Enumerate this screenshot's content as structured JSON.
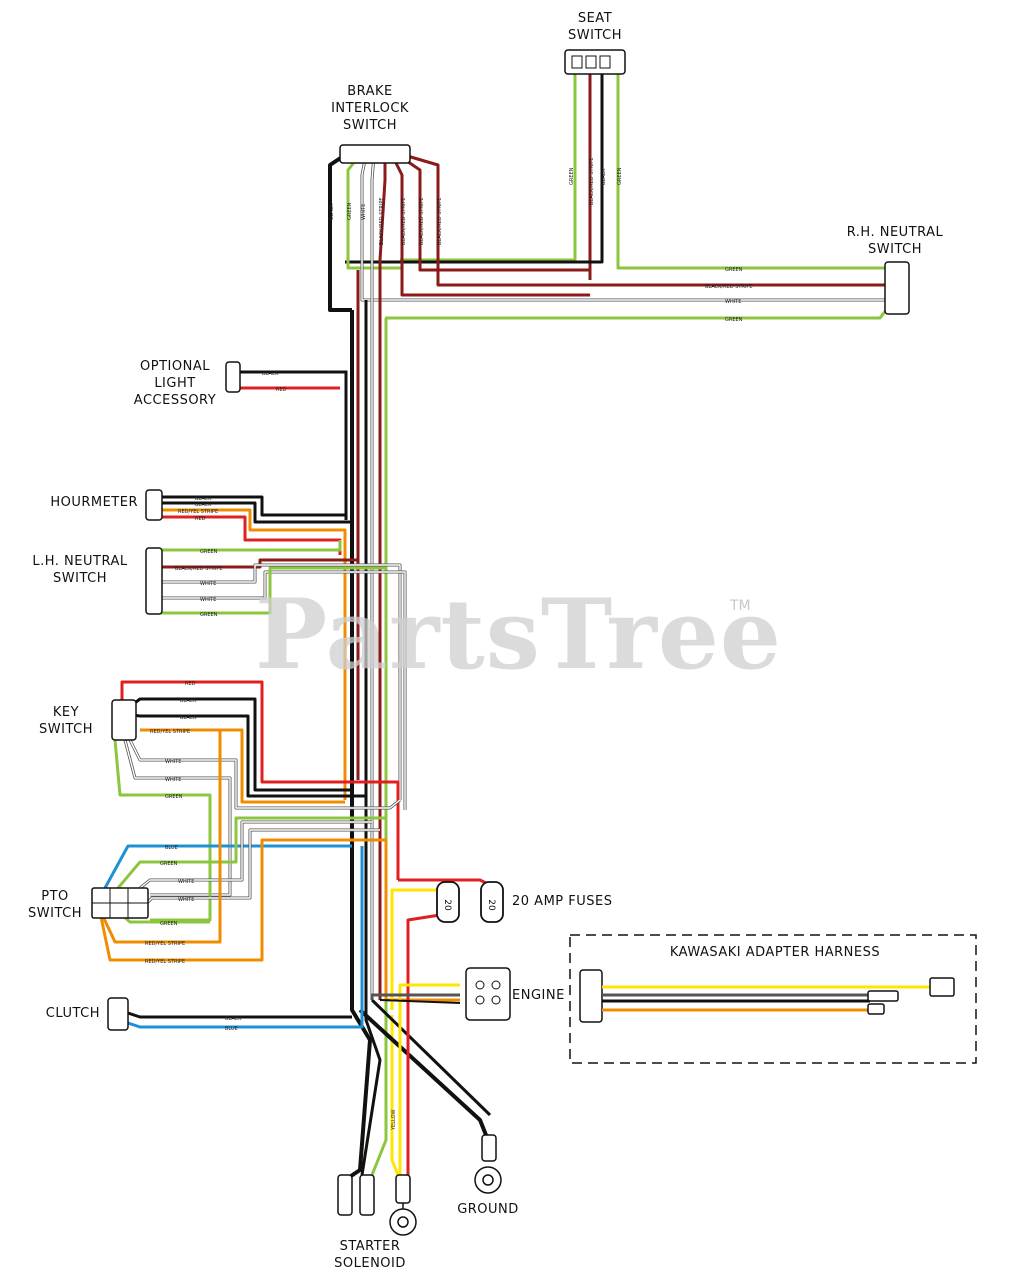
{
  "components": {
    "seat_switch": [
      "SEAT",
      "SWITCH"
    ],
    "brake_interlock_switch": [
      "BRAKE",
      "INTERLOCK",
      "SWITCH"
    ],
    "rh_neutral_switch": [
      "R.H. NEUTRAL",
      "SWITCH"
    ],
    "optional_light_accessory": [
      "OPTIONAL",
      "LIGHT",
      "ACCESSORY"
    ],
    "hourmeter": "HOURMETER",
    "lh_neutral_switch": [
      "L.H. NEUTRAL",
      "SWITCH"
    ],
    "key_switch": [
      "KEY",
      "SWITCH"
    ],
    "pto_switch": [
      "PTO",
      "SWITCH"
    ],
    "clutch": "CLUTCH",
    "fuses": "20 AMP FUSES",
    "fuse_rating": "20",
    "engine": "ENGINE",
    "kawasaki_adapter_harness": "KAWASAKI ADAPTER HARNESS",
    "ground": "GROUND",
    "starter_solenoid": [
      "STARTER",
      "SOLENOID"
    ]
  },
  "wire_labels": {
    "black": "BLACK",
    "red": "RED",
    "green": "GREEN",
    "white": "WHITE",
    "blue": "BLUE",
    "yellow": "YELLOW",
    "red_yel_stripe": "RED/YEL STRIPE",
    "black_red_stripe": "BLACK/RED STRIPE"
  },
  "watermark": {
    "text": "PartsTree",
    "tm": "TM"
  },
  "colors": {
    "black": "#111111",
    "red": "#e02020",
    "dark_red": "#8b1a1a",
    "green": "#8cc63f",
    "white_fill": "#ffffff",
    "white_outline": "#555555",
    "blue": "#1e90d6",
    "yellow": "#ffe600",
    "orange": "#f08c00"
  }
}
